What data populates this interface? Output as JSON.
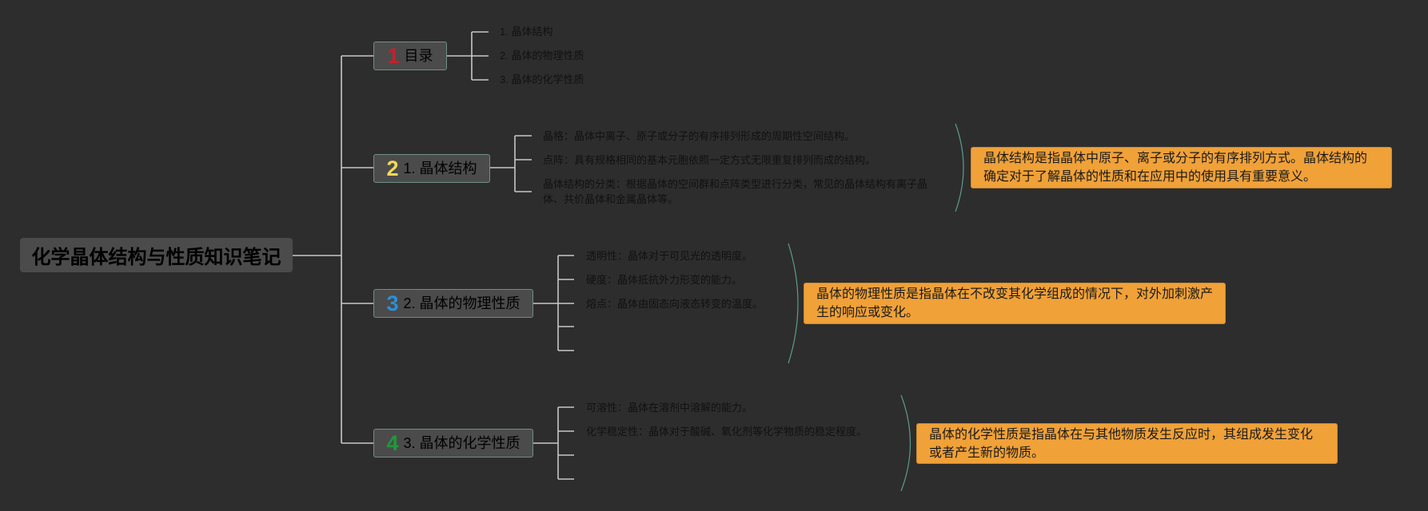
{
  "root": {
    "title": "化学晶体结构与性质知识笔记"
  },
  "topics": [
    {
      "number": "1",
      "number_color": "#c8202c",
      "label": "目录",
      "children": [
        "1. 晶体结构",
        "2. 晶体的物理性质",
        "3. 晶体的化学性质"
      ],
      "summary": ""
    },
    {
      "number": "2",
      "number_color": "#f2d95a",
      "label": "1. 晶体结构",
      "children": [
        "晶格：晶体中离子、原子或分子的有序排列形成的周期性空间结构。",
        "点阵：具有规格相同的基本元胞依照一定方式无限重复排列而成的结构。",
        "晶体结构的分类：根据晶体的空间群和点阵类型进行分类，常见的晶体结构有离子晶体、共价晶体和金属晶体等。"
      ],
      "summary": "晶体结构是指晶体中原子、离子或分子的有序排列方式。晶体结构的确定对于了解晶体的性质和在应用中的使用具有重要意义。"
    },
    {
      "number": "3",
      "number_color": "#2e8fd6",
      "label": "2. 晶体的物理性质",
      "children": [
        "透明性：晶体对于可见光的透明度。",
        "硬度：晶体抵抗外力形变的能力。",
        "熔点：晶体由固态向液态转变的温度。",
        "",
        ""
      ],
      "summary": "晶体的物理性质是指晶体在不改变其化学组成的情况下，对外加刺激产生的响应或变化。"
    },
    {
      "number": "4",
      "number_color": "#1e9a3a",
      "label": "3. 晶体的化学性质",
      "children": [
        "可溶性：晶体在溶剂中溶解的能力。",
        "化学稳定性：晶体对于酸碱、氧化剂等化学物质的稳定程度。",
        "",
        ""
      ],
      "summary": "晶体的化学性质是指晶体在与其他物质发生反应时，其组成发生变化或者产生新的物质。"
    }
  ]
}
